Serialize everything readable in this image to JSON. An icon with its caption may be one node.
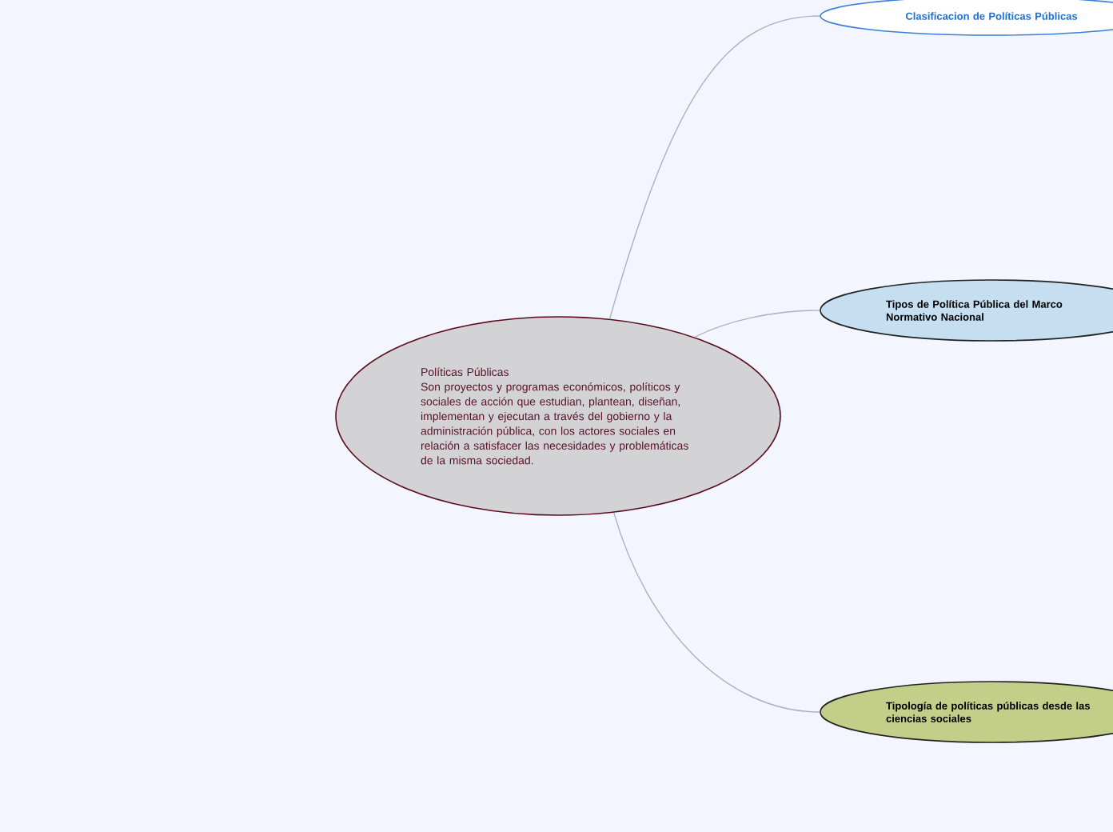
{
  "diagram": {
    "nodes": [
      {
        "text": [
          "Políticas Públicas",
          "Son proyectos y programas económicos, políticos y sociales de acción que estudian, plantean, diseñan, implementan y ejecutan a través del gobierno y la administración pública, con los actores sociales en relación a satisfacer las necesidades y problemáticas de la misma sociedad."
        ]
      },
      {
        "text": [
          "Clasificacion de Políticas Públicas"
        ]
      },
      {
        "text": [
          "Tipos de Política Pública del Marco Normativo Nacional"
        ]
      },
      {
        "text": [
          "Tipología de políticas públicas desde las ciencias sociales"
        ]
      }
    ],
    "edges": [
      {
        "from": 0,
        "to": 1,
        "arrow": "none"
      },
      {
        "from": 0,
        "to": 2,
        "arrow": "none"
      },
      {
        "from": 0,
        "to": 3,
        "arrow": "none"
      }
    ]
  }
}
